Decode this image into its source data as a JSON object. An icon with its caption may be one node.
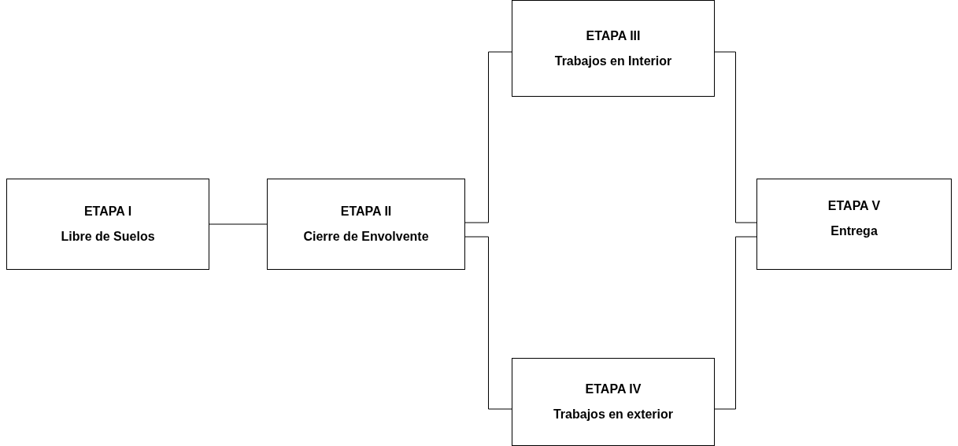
{
  "diagram": {
    "nodes": [
      {
        "text": [
          "ETAPA I",
          "Libre de Suelos"
        ]
      },
      {
        "text": [
          "ETAPA II",
          "Cierre de Envolvente"
        ]
      },
      {
        "text": [
          "ETAPA III",
          "Trabajos en Interior"
        ]
      },
      {
        "text": [
          "ETAPA IV",
          "Trabajos en exterior"
        ]
      },
      {
        "text": [
          "ETAPA V",
          "Entrega"
        ]
      }
    ],
    "edges": [
      {
        "from": 0,
        "to": 1,
        "arrow": "none"
      },
      {
        "from": 1,
        "to": 2,
        "arrow": "none"
      },
      {
        "from": 1,
        "to": 3,
        "arrow": "none"
      },
      {
        "from": 2,
        "to": 4,
        "arrow": "none"
      },
      {
        "from": 3,
        "to": 4,
        "arrow": "none"
      }
    ]
  }
}
